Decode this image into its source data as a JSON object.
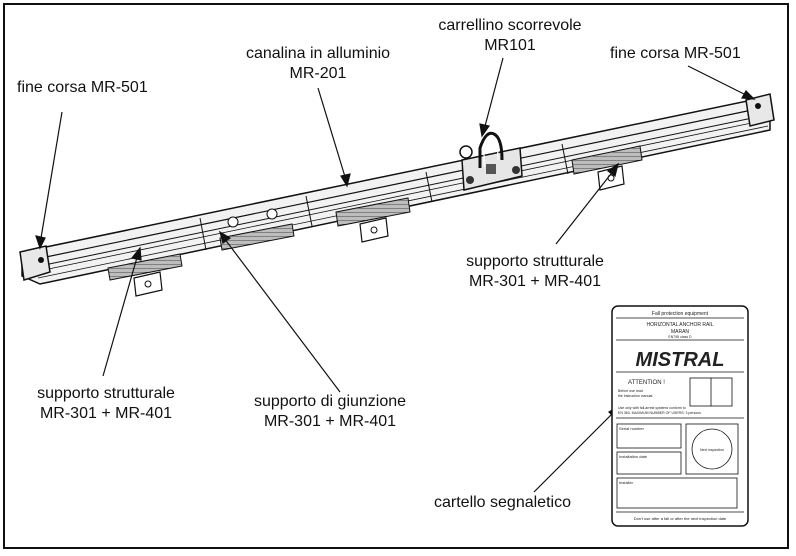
{
  "labels": {
    "end_stop_left": "fine corsa MR-501",
    "channel_line1": "canalina in alluminio",
    "channel_line2": "MR-201",
    "trolley_line1": "carrellino scorrevole",
    "trolley_line2": "MR101",
    "end_stop_right": "fine corsa MR-501",
    "support_right_line1": "supporto strutturale",
    "support_right_line2": "MR-301 + MR-401",
    "support_left_line1": "supporto strutturale",
    "support_left_line2": "MR-301 + MR-401",
    "joint_line1": "supporto di giunzione",
    "joint_line2": "MR-301 + MR-401",
    "sign": "cartello segnaletico"
  },
  "sign_card": {
    "header": "Fall protection equipment",
    "title": "HORIZONTAL ANCHOR RAIL",
    "maker": "MARAN",
    "standard": "EN795 class D",
    "brand": "MISTRAL",
    "attention": "ATTENTION !",
    "note1": "Before use read",
    "note2": "the instruction manual.",
    "warn1": "Use only with fall-arrest systems conform to",
    "warn2": "EN 363. MAXIMUM NUMBER OF USERS: 3 persons",
    "field_serial": "Serial number",
    "field_install": "Installation date",
    "field_installer": "Installer",
    "inspection": "Next inspection",
    "footer": "Don't use after a fall or after the next inspection date"
  }
}
